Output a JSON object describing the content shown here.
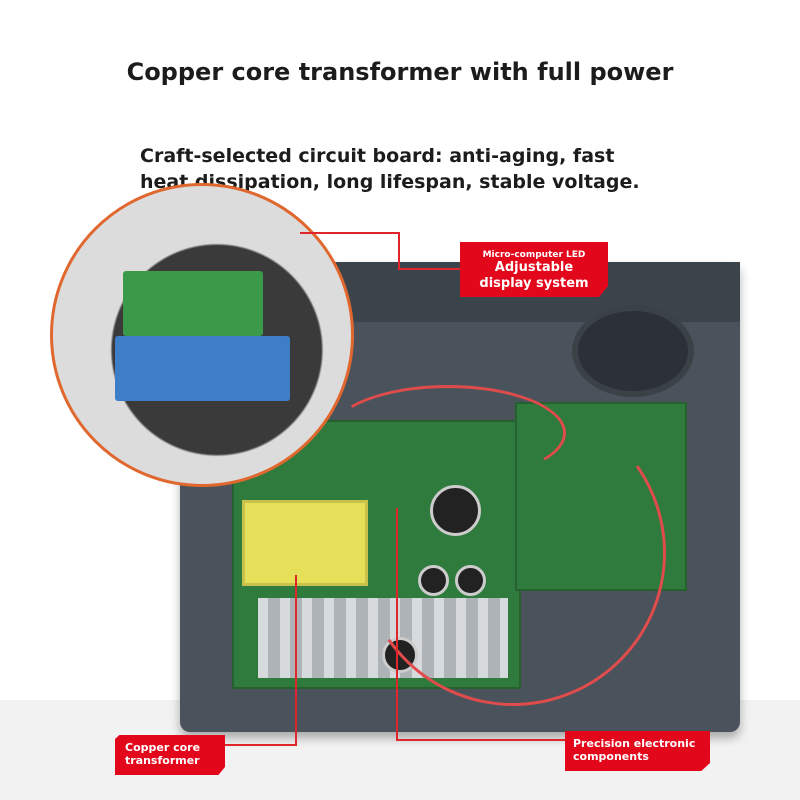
{
  "header": {
    "title": "Copper core transformer with full power",
    "subtitle_line1": "Craft-selected circuit board: anti-aging, fast",
    "subtitle_line2": "heat dissipation, long lifespan, stable voltage."
  },
  "callouts": {
    "display": {
      "small": "Micro-computer LED",
      "line1": "Adjustable",
      "line2": "display system"
    },
    "transformer": {
      "line1": "Copper core",
      "line2": "transformer"
    },
    "components": {
      "line1": "Precision electronic",
      "line2": "components"
    }
  },
  "colors": {
    "accent": "#e3071b",
    "case": "#4a535b",
    "pcb": "#2f7a3d"
  }
}
